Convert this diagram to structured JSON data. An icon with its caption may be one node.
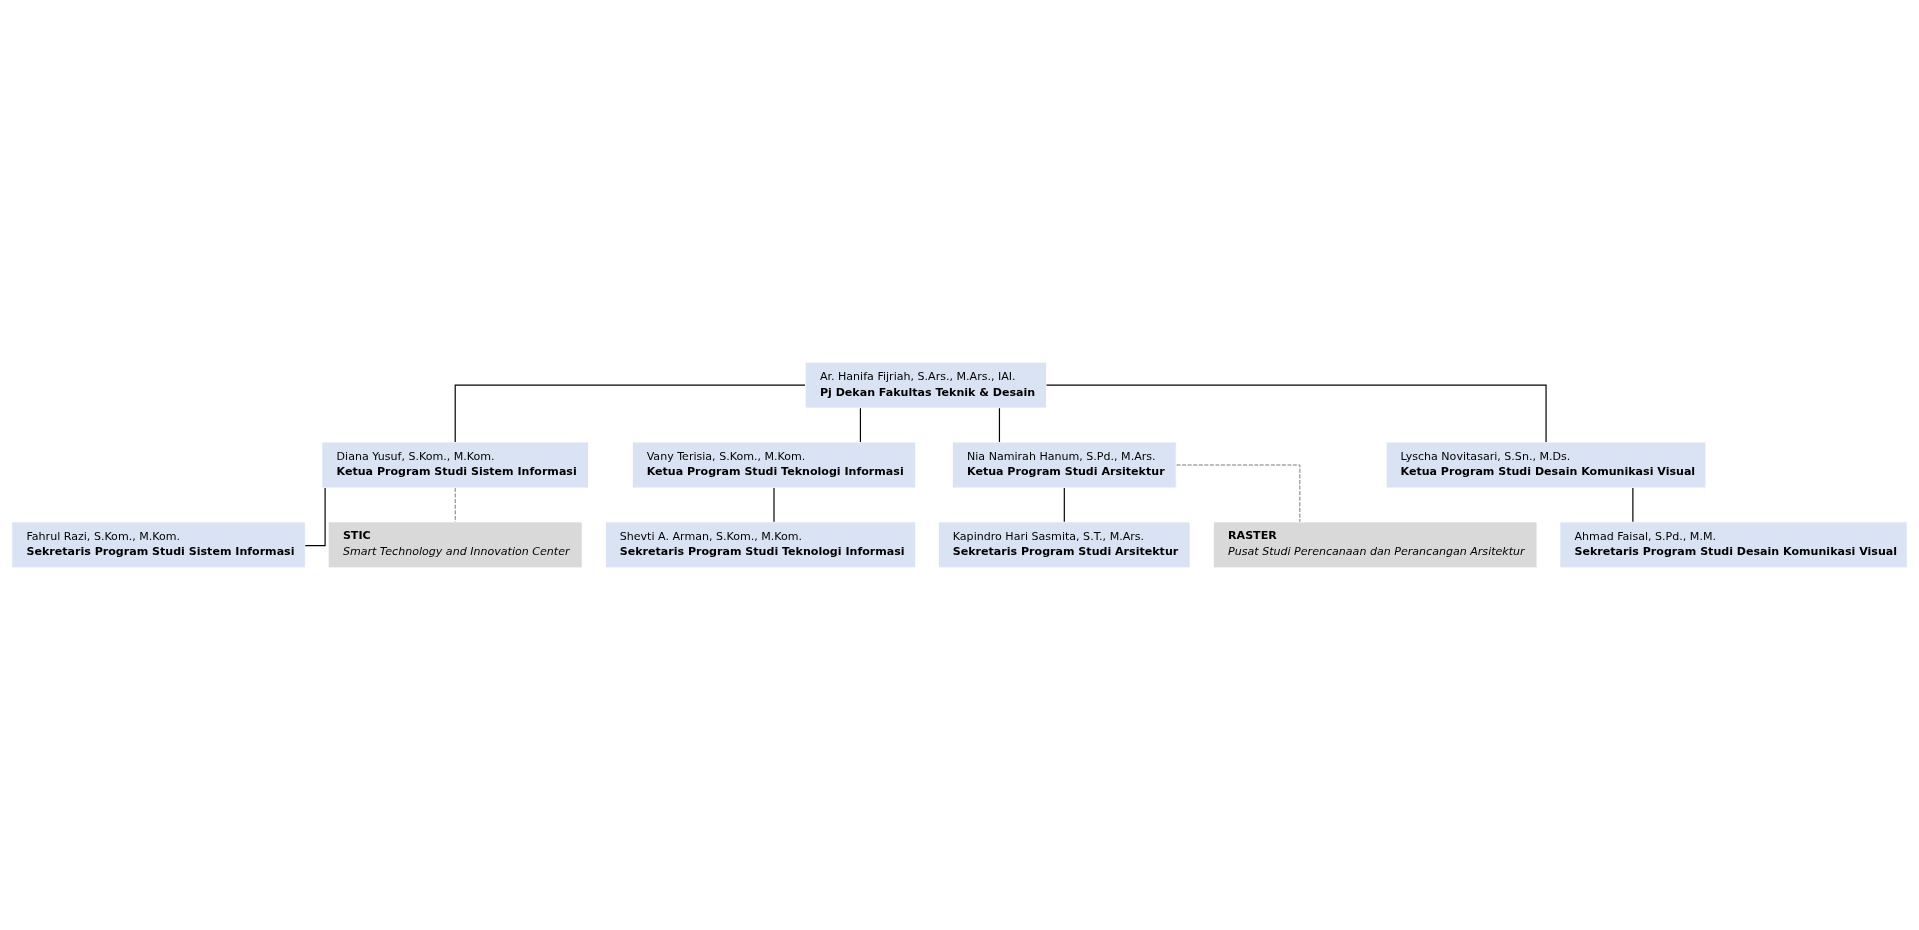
{
  "diagram": {
    "nodes": [
      {
        "text": [
          "Ar. Hanifa Fijriah, S.Ars., M.Ars., IAI.",
          "Pj Dekan Fakultas Teknik & Desain"
        ]
      },
      {
        "text": [
          "Diana Yusuf, S.Kom., M.Kom.",
          "Ketua Program Studi Sistem Informasi"
        ]
      },
      {
        "text": [
          "Fahrul Razi, S.Kom., M.Kom.",
          "Sekretaris Program Studi Sistem Informasi"
        ]
      },
      {
        "text": [
          "Vany Terisia, S.Kom., M.Kom.",
          "Ketua Program Studi Teknologi Informasi"
        ]
      },
      {
        "text": [
          "Shevti A. Arman, S.Kom., M.Kom.",
          "Sekretaris Program Studi Teknologi Informasi"
        ]
      },
      {
        "text": [
          "Nia Namirah Hanum, S.Pd., M.Ars.",
          "Ketua Program Studi Arsitektur"
        ]
      },
      {
        "text": [
          "Kapindro Hari Sasmita, S.T., M.Ars.",
          "Sekretaris Program Studi Arsitektur"
        ]
      },
      {
        "text": [
          "Lyscha Novitasari, S.Sn., M.Ds.",
          "Ketua Program Studi Desain Komunikasi Visual"
        ]
      },
      {
        "text": [
          "Ahmad Faisal, S.Pd., M.M.",
          "Sekretaris Program Studi Desain Komunikasi Visual"
        ]
      },
      {
        "text": [
          "STIC",
          "Smart Technology and Innovation Center"
        ]
      },
      {
        "text": [
          "RASTER",
          "Pusat Studi Perencanaan dan Perancangan Arsitektur"
        ]
      }
    ],
    "edges": [
      {
        "from": 0,
        "to": 1,
        "arrow": "none"
      },
      {
        "from": 0,
        "to": 3,
        "arrow": "none"
      },
      {
        "from": 0,
        "to": 5,
        "arrow": "none"
      },
      {
        "from": 0,
        "to": 7,
        "arrow": "none"
      },
      {
        "from": 1,
        "to": 2,
        "arrow": "none"
      },
      {
        "from": 3,
        "to": 4,
        "arrow": "none"
      },
      {
        "from": 5,
        "to": 6,
        "arrow": "none"
      },
      {
        "from": 7,
        "to": 8,
        "arrow": "none"
      },
      {
        "from": 1,
        "to": 9,
        "arrow": "none",
        "style": "dashed"
      },
      {
        "from": 5,
        "to": 10,
        "arrow": "none",
        "style": "dashed"
      }
    ]
  }
}
